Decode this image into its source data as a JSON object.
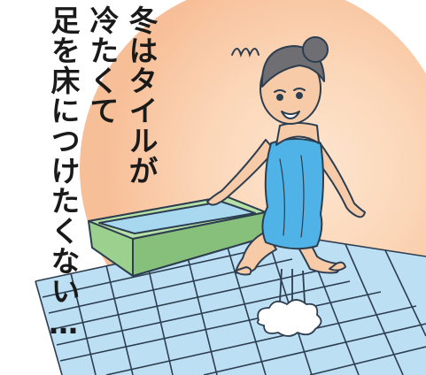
{
  "caption": {
    "line1": "冬はタイルが",
    "line2": "冷たくて",
    "line3": "足を床につけたくない…"
  },
  "colors": {
    "background_glow": "#f9c9a3",
    "tub_green": "#9bd08f",
    "tub_water": "#a8d8f0",
    "floor_tile": "#b9dcf3",
    "grout": "#2d3e50",
    "towel": "#4fb3e8",
    "skin": "#f7cba7",
    "hair": "#6f6f73"
  },
  "icons": {
    "stress_mark": "squiggle-icon",
    "dust_cloud": "cloud-puff-icon"
  }
}
